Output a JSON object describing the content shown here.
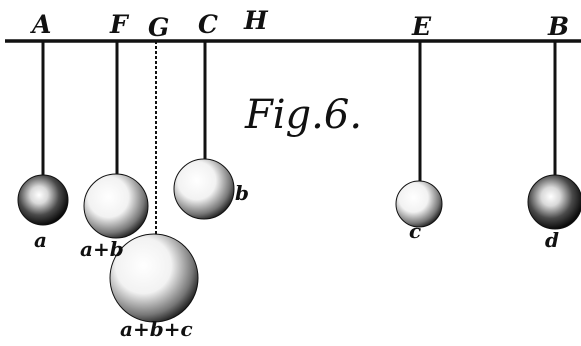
{
  "figure": {
    "title": "Fig.6.",
    "points": [
      "A",
      "F",
      "G",
      "C",
      "H",
      "E",
      "B"
    ],
    "weights": {
      "a": "a",
      "ab": "a+b",
      "abc": "a+b+c",
      "b": "b",
      "c": "c",
      "d": "d"
    }
  }
}
